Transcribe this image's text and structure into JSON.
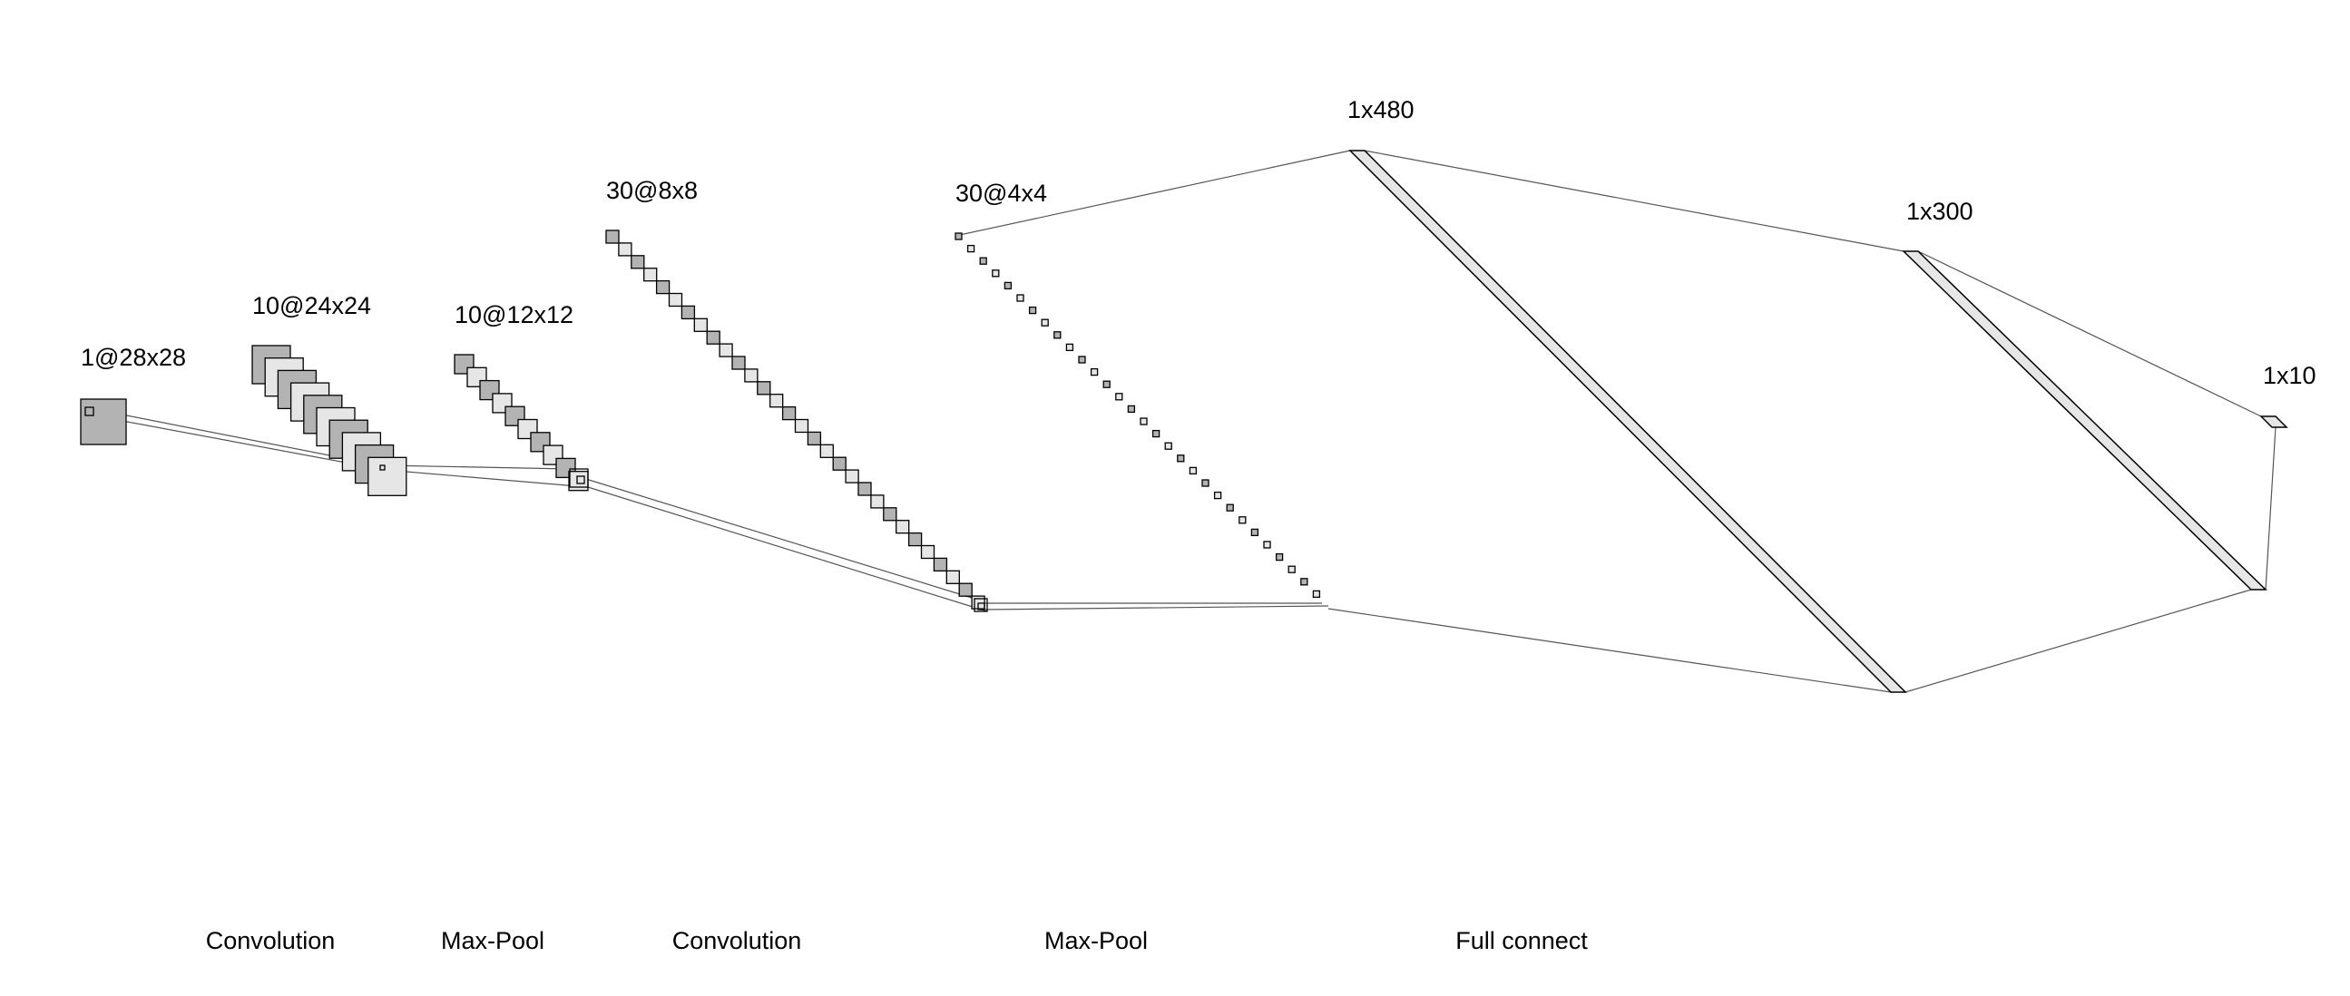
{
  "colors": {
    "dark": "#b3b3b3",
    "light": "#e6e6e6",
    "line": "#555555"
  },
  "layers": [
    {
      "id": "input",
      "label": "1@28x28",
      "maps": 1
    },
    {
      "id": "conv1",
      "label": "10@24x24",
      "maps": 10
    },
    {
      "id": "pool1",
      "label": "10@12x12",
      "maps": 10
    },
    {
      "id": "conv2",
      "label": "30@8x8",
      "maps": 30
    },
    {
      "id": "pool2",
      "label": "30@4x4",
      "maps": 30
    },
    {
      "id": "fc1",
      "label": "1x480"
    },
    {
      "id": "fc2",
      "label": "1x300"
    },
    {
      "id": "out",
      "label": "1x10"
    }
  ],
  "operations": [
    "Convolution",
    "Max-Pool",
    "Convolution",
    "Max-Pool",
    "Full connect"
  ]
}
